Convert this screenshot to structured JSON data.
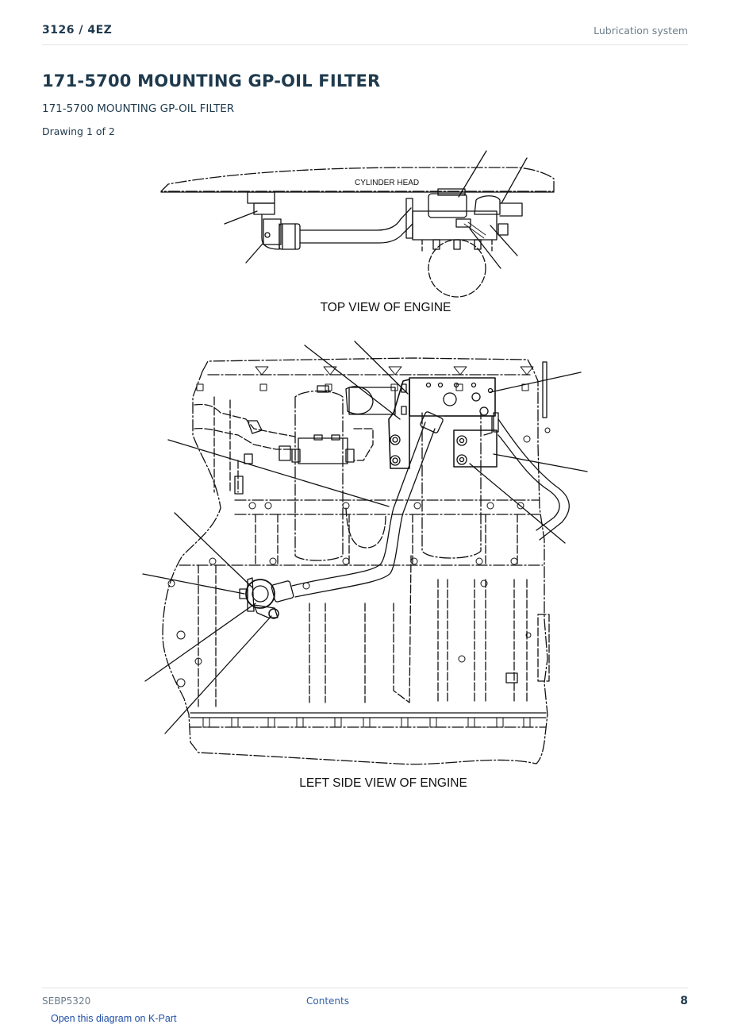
{
  "header": {
    "model": "3126  /  4EZ",
    "section": "Lubrication system"
  },
  "title": "171-5700 MOUNTING GP-OIL FILTER",
  "subtitle": "171-5700 MOUNTING GP-OIL FILTER",
  "drawing_count": "Drawing 1 of 2",
  "diagram": {
    "cylinder_head_label": "CYLINDER HEAD",
    "top_view_caption": "TOP VIEW OF ENGINE",
    "side_view_caption": "LEFT SIDE VIEW OF ENGINE"
  },
  "footer": {
    "doc_number": "SEBP5320",
    "contents_link": "Contents",
    "page_number": "8"
  },
  "kpart_link": "Open this diagram on K-Part"
}
